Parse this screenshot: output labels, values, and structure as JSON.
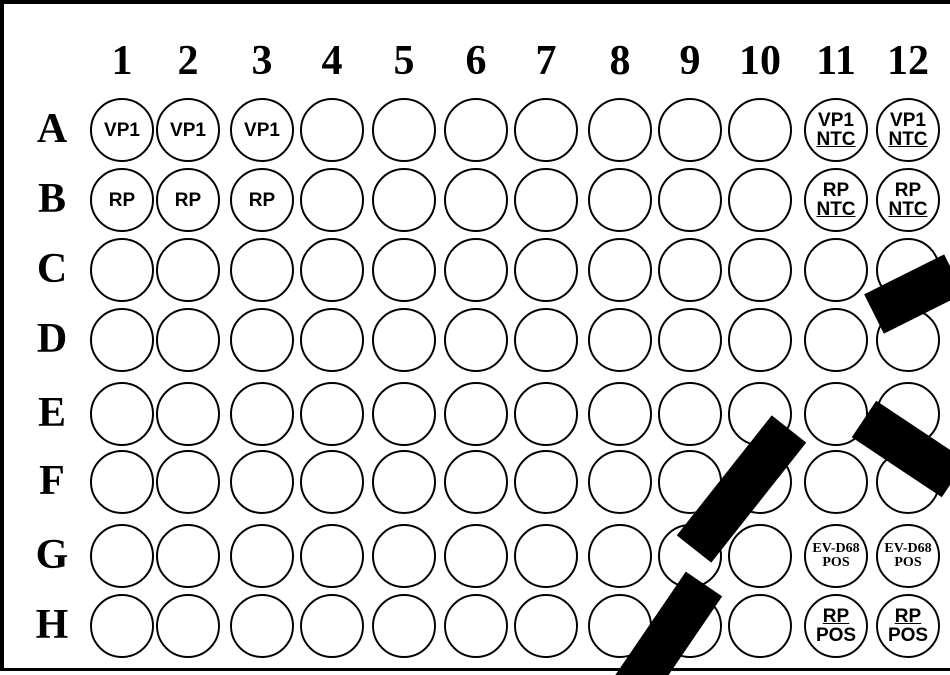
{
  "plate": {
    "columns": [
      "1",
      "2",
      "3",
      "4",
      "5",
      "6",
      "7",
      "8",
      "9",
      "10",
      "11",
      "12"
    ],
    "rows": [
      "A",
      "B",
      "C",
      "D",
      "E",
      "F",
      "G",
      "H"
    ],
    "wells": {
      "A1": [
        "VP1"
      ],
      "A2": [
        "VP1"
      ],
      "A3": [
        "VP1"
      ],
      "A11": [
        "VP1",
        "NTC"
      ],
      "A12": [
        "VP1",
        "NTC"
      ],
      "B1": [
        "RP"
      ],
      "B2": [
        "RP"
      ],
      "B3": [
        "RP"
      ],
      "B11": [
        "RP",
        "NTC"
      ],
      "B12": [
        "RP",
        "NTC"
      ],
      "G11": [
        "EV-D68",
        "POS"
      ],
      "G12": [
        "EV-D68",
        "POS"
      ],
      "H11": [
        "RP",
        "POS"
      ],
      "H12": [
        "RP",
        "POS"
      ]
    },
    "serif_wells": [
      "G11",
      "G12"
    ],
    "underlined_lines": [
      "A11.1",
      "A12.1",
      "B11.1",
      "B12.1",
      "H11.0",
      "H12.0"
    ]
  },
  "colors": {
    "border": "#000000",
    "well_outline": "#000000",
    "background": "#ffffff",
    "stamp": "#000000"
  }
}
